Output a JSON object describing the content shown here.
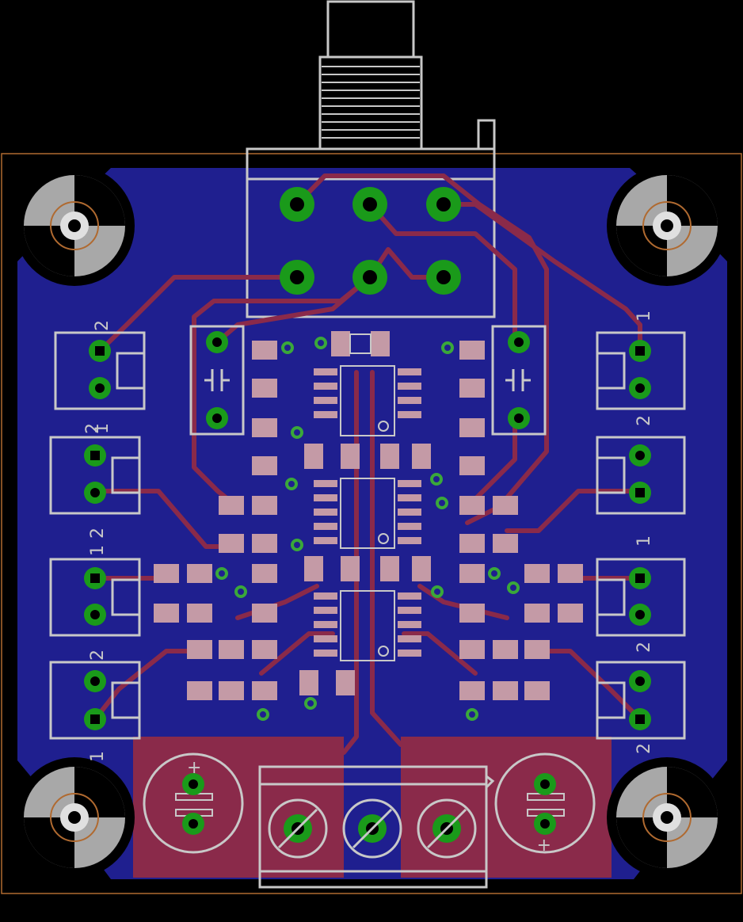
{
  "board": {
    "colors": {
      "background": "#000000",
      "copper_bottom": "#1f1f8f",
      "copper_top": "#8a2a4a",
      "silkscreen": "#c8c8c8",
      "pad_ring": "#1a9a1a",
      "smd_pad": "#c49aa6",
      "outline": "#b06a30"
    },
    "connector_labels_left": [
      "2",
      "1",
      "2",
      "2",
      "1",
      "2",
      "1"
    ],
    "connector_labels_right": [
      "1",
      "2",
      "1",
      "2",
      "2"
    ],
    "power_labels": {
      "left_cap_plus": "+",
      "right_cap_plus": "+"
    }
  }
}
